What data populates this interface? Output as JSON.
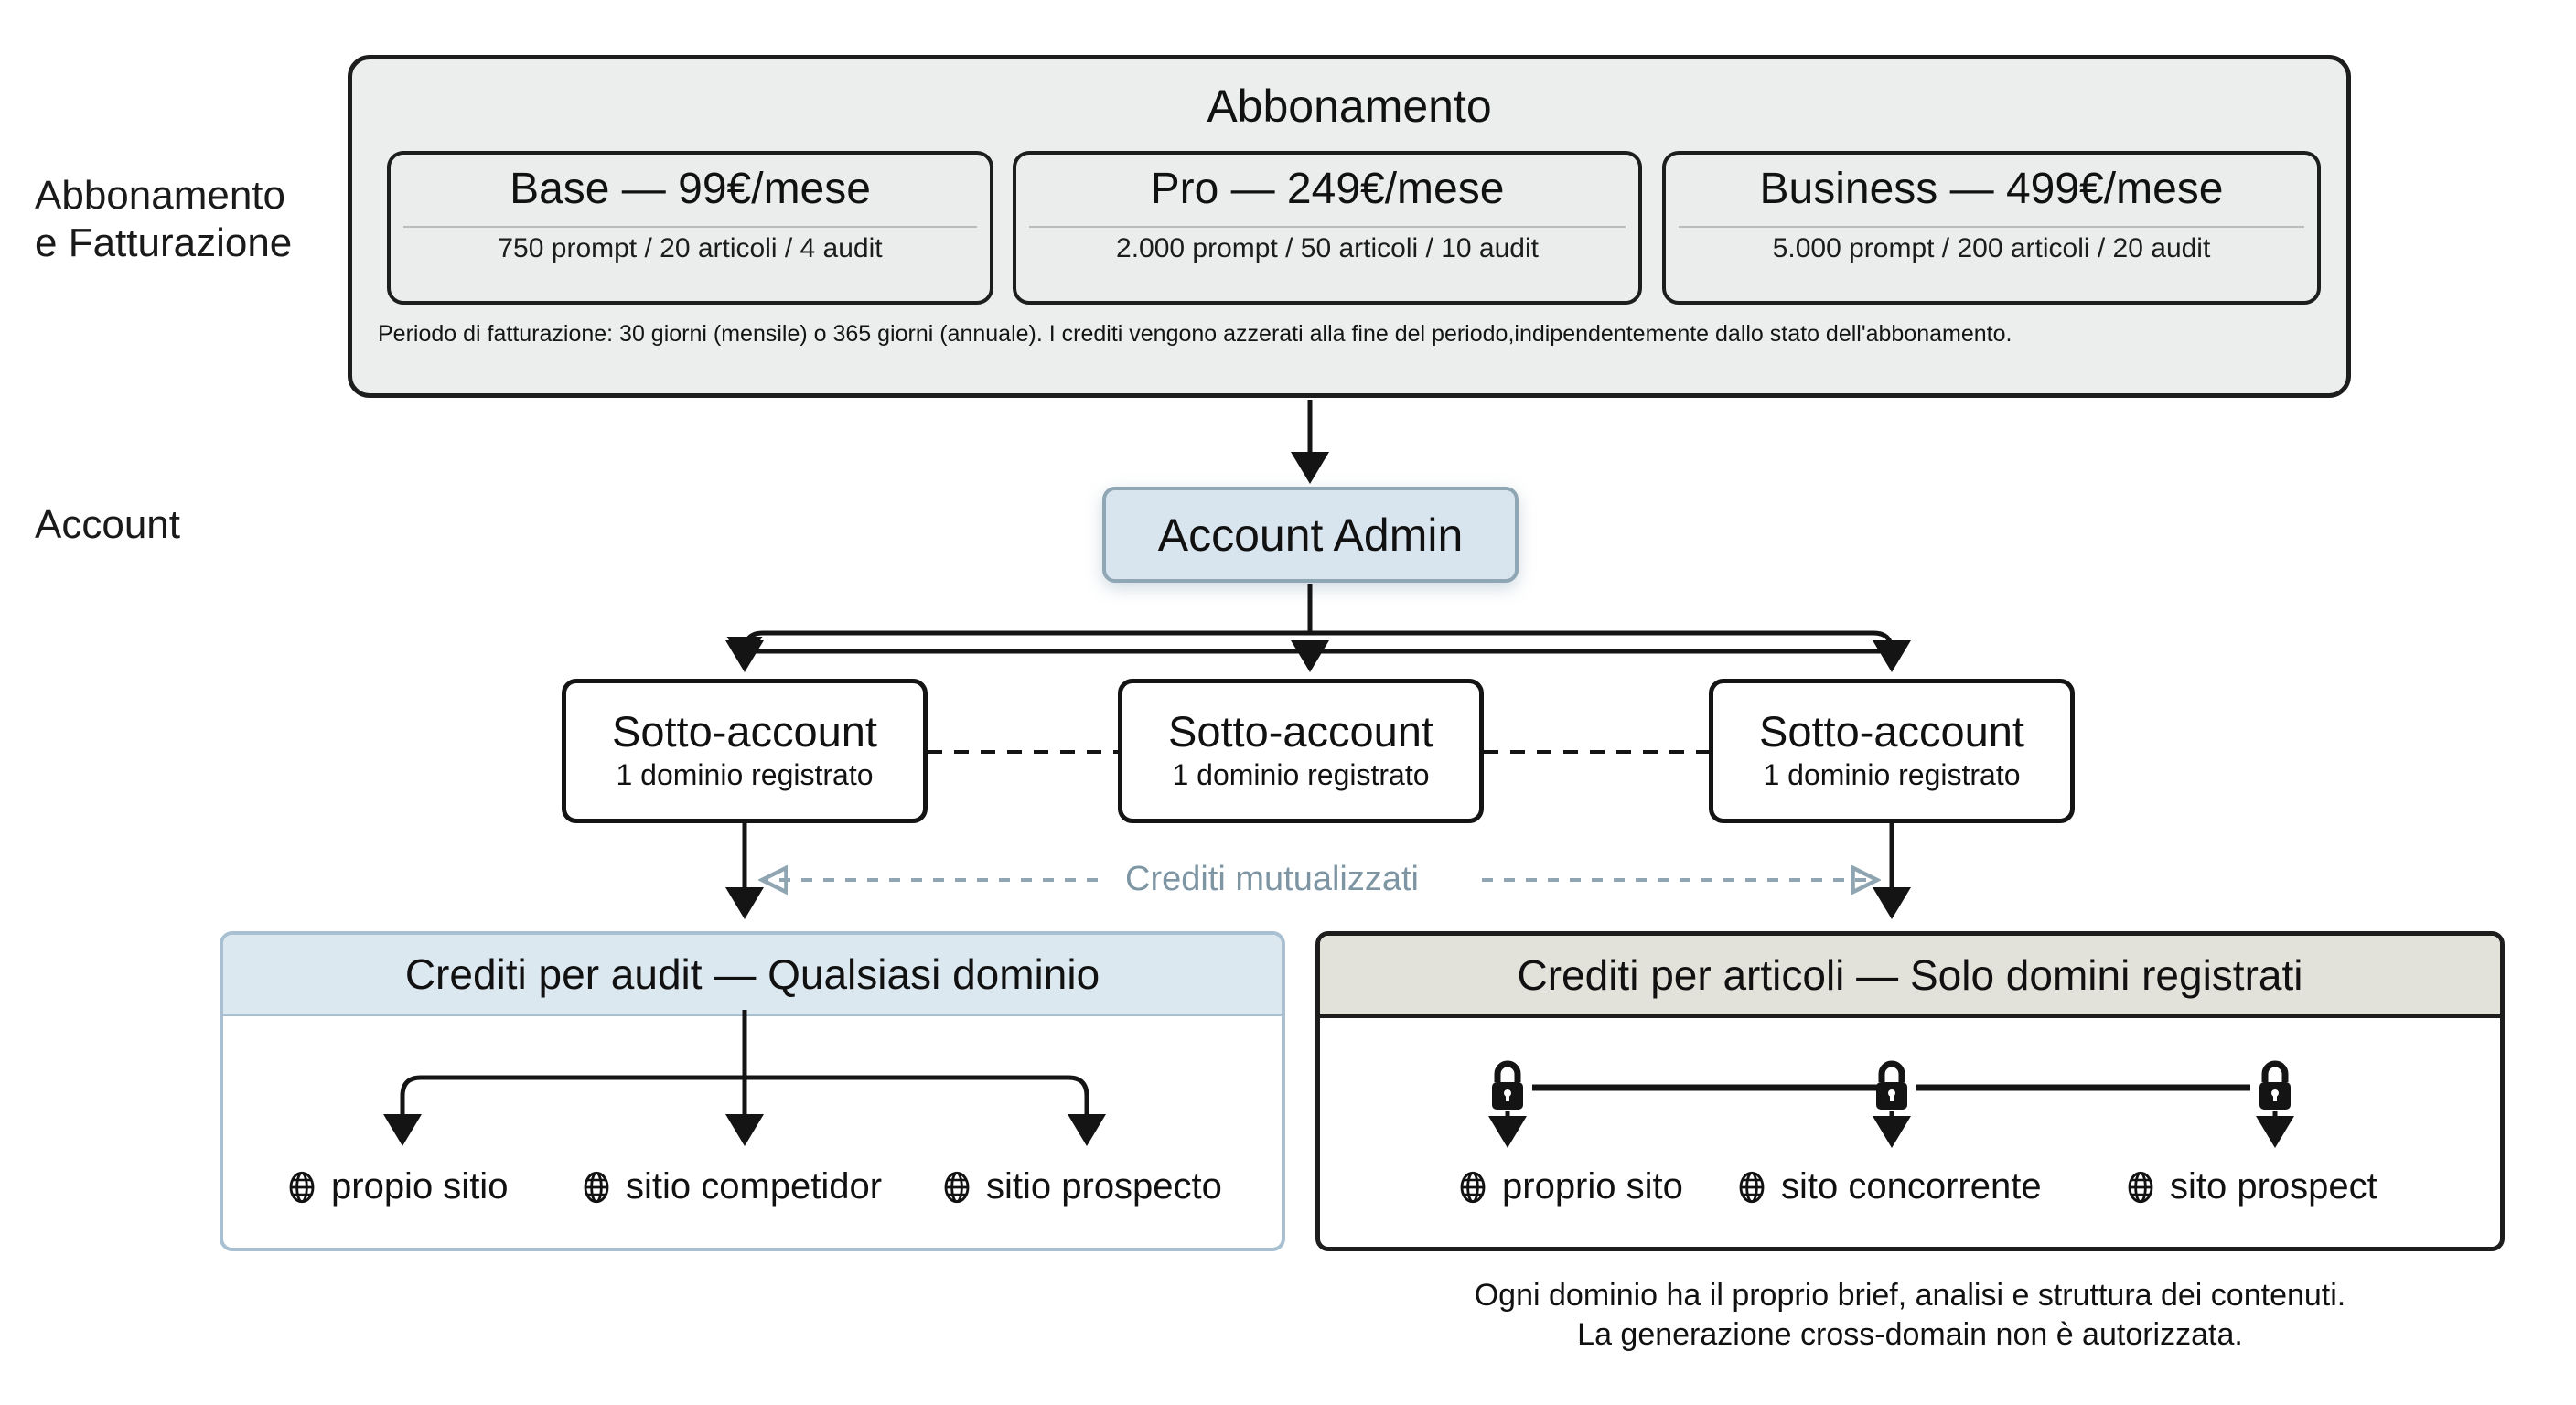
{
  "rail": {
    "subscription_label": "Abbonamento\ne Fatturazione",
    "account_label": "Account"
  },
  "subscription": {
    "title": "Abbonamento",
    "plans": [
      {
        "name": "Base — 99€/mese",
        "detail": "750 prompt / 20 articoli / 4 audit"
      },
      {
        "name": "Pro — 249€/mese",
        "detail": "2.000 prompt / 50 articoli / 10 audit"
      },
      {
        "name": "Business — 499€/mese",
        "detail": "5.000 prompt / 200 articoli / 20 audit"
      }
    ],
    "footnote": "Periodo di fatturazione: 30 giorni (mensile) o 365 giorni (annuale). I crediti vengono azzerati alla fine del periodo,indipendentemente dallo stato dell'abbonamento."
  },
  "account": {
    "admin": "Account Admin",
    "subaccounts": [
      {
        "title": "Sotto-account",
        "subtitle": "1 dominio registrato"
      },
      {
        "title": "Sotto-account",
        "subtitle": "1 dominio registrato"
      },
      {
        "title": "Sotto-account",
        "subtitle": "1 dominio registrato"
      }
    ],
    "mutualized_label": "Crediti mutualizzati"
  },
  "panels": {
    "audit": {
      "header": "Crediti per audit — Qualsiasi dominio",
      "sites": [
        "propio sitio",
        "sitio competidor",
        "sitio prospecto"
      ]
    },
    "articles": {
      "header": "Crediti per articoli — Solo domini registrati",
      "sites": [
        "proprio sito",
        "sito concorrente",
        "sito prospect"
      ],
      "note": "Ogni dominio ha il proprio brief, analisi e struttura dei contenuti.\nLa generazione cross-domain non è autorizzata."
    }
  },
  "colors": {
    "admin_fill": "#d9e5ee",
    "audit_header": "#dce8f0",
    "articles_header": "#e3e2da",
    "mutualized_text": "#7e96a4",
    "subscription_fill": "#eceeee",
    "line": "#141414"
  },
  "icons": {
    "globe": "globe-icon",
    "lock": "lock-icon"
  }
}
